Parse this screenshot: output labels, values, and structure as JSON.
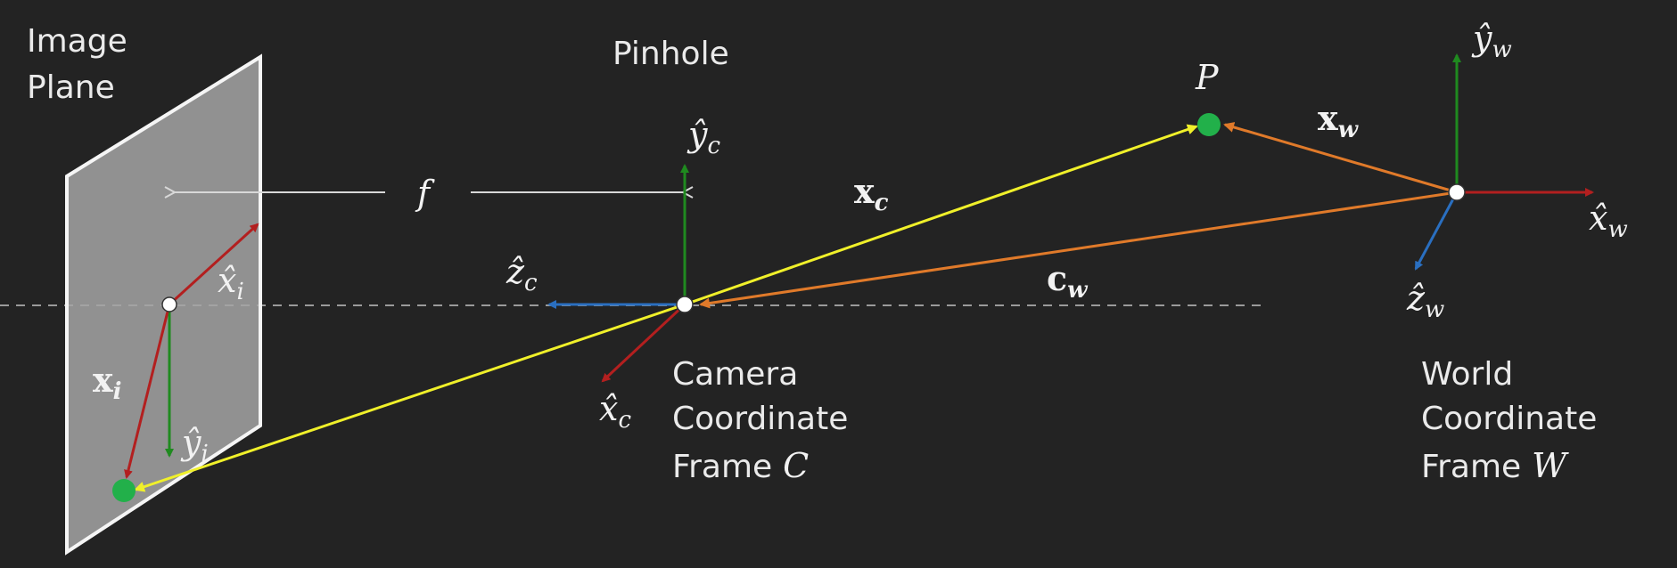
{
  "labels": {
    "image_plane_l1": "Image",
    "image_plane_l2": "Plane",
    "pinhole": "Pinhole",
    "camera_frame_l1": "Camera",
    "camera_frame_l2": "Coordinate",
    "camera_frame_l3": "Frame",
    "camera_frame_sym": "C",
    "world_frame_l1": "World",
    "world_frame_l2": "Coordinate",
    "world_frame_l3": "Frame",
    "world_frame_sym": "W",
    "focal": "f",
    "point": "P"
  },
  "vectors": {
    "x_w": {
      "base": "x",
      "sub": "w"
    },
    "x_c": {
      "base": "x",
      "sub": "c"
    },
    "c_w": {
      "base": "c",
      "sub": "w"
    },
    "x_i": {
      "base": "x",
      "sub": "i"
    }
  },
  "axes": {
    "y_c": {
      "base": "ŷ",
      "sub": "c"
    },
    "z_c": {
      "base": "ẑ",
      "sub": "c"
    },
    "x_c": {
      "base": "x̂",
      "sub": "c"
    },
    "y_w": {
      "base": "ŷ",
      "sub": "w"
    },
    "x_w": {
      "base": "x̂",
      "sub": "w"
    },
    "z_w": {
      "base": "ẑ",
      "sub": "w"
    },
    "x_i": {
      "base": "x̂",
      "sub": "i"
    },
    "y_i": {
      "base": "ŷ",
      "sub": "i"
    }
  },
  "colors": {
    "background": "#232323",
    "x_axis": "#b31f1f",
    "y_axis": "#1f8a1f",
    "z_axis": "#2a6fc0",
    "ray": "#f0f02a",
    "world_vector": "#e07a2a",
    "point": "#22b04a",
    "plane": "#a5a5a5"
  }
}
